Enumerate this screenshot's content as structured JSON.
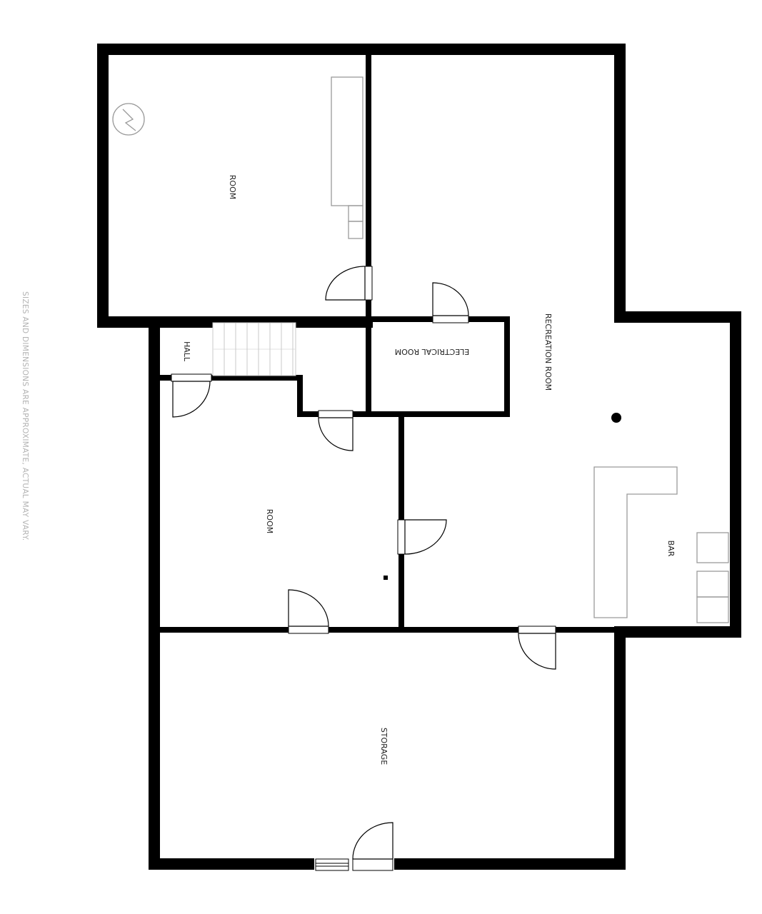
{
  "plan": {
    "rooms": {
      "room_top": "ROOM",
      "recreation_room": "RECREATION ROOM",
      "hall": "HALL",
      "electrical_room": "ELECTRICAL ROOM",
      "room_middle": "ROOM",
      "bar": "BAR",
      "storage": "STORAGE"
    },
    "disclaimer": "SIZES AND DIMENSIONS ARE APPROXIMATE, ACTUAL MAY VARY.",
    "colors": {
      "wall": "#000000",
      "fixture": "#9a9a9a",
      "note": "#b4b4b4"
    },
    "icons": [
      "water-heater-icon",
      "staircase-icon",
      "column-post-icon",
      "floor-drain-icon"
    ]
  }
}
